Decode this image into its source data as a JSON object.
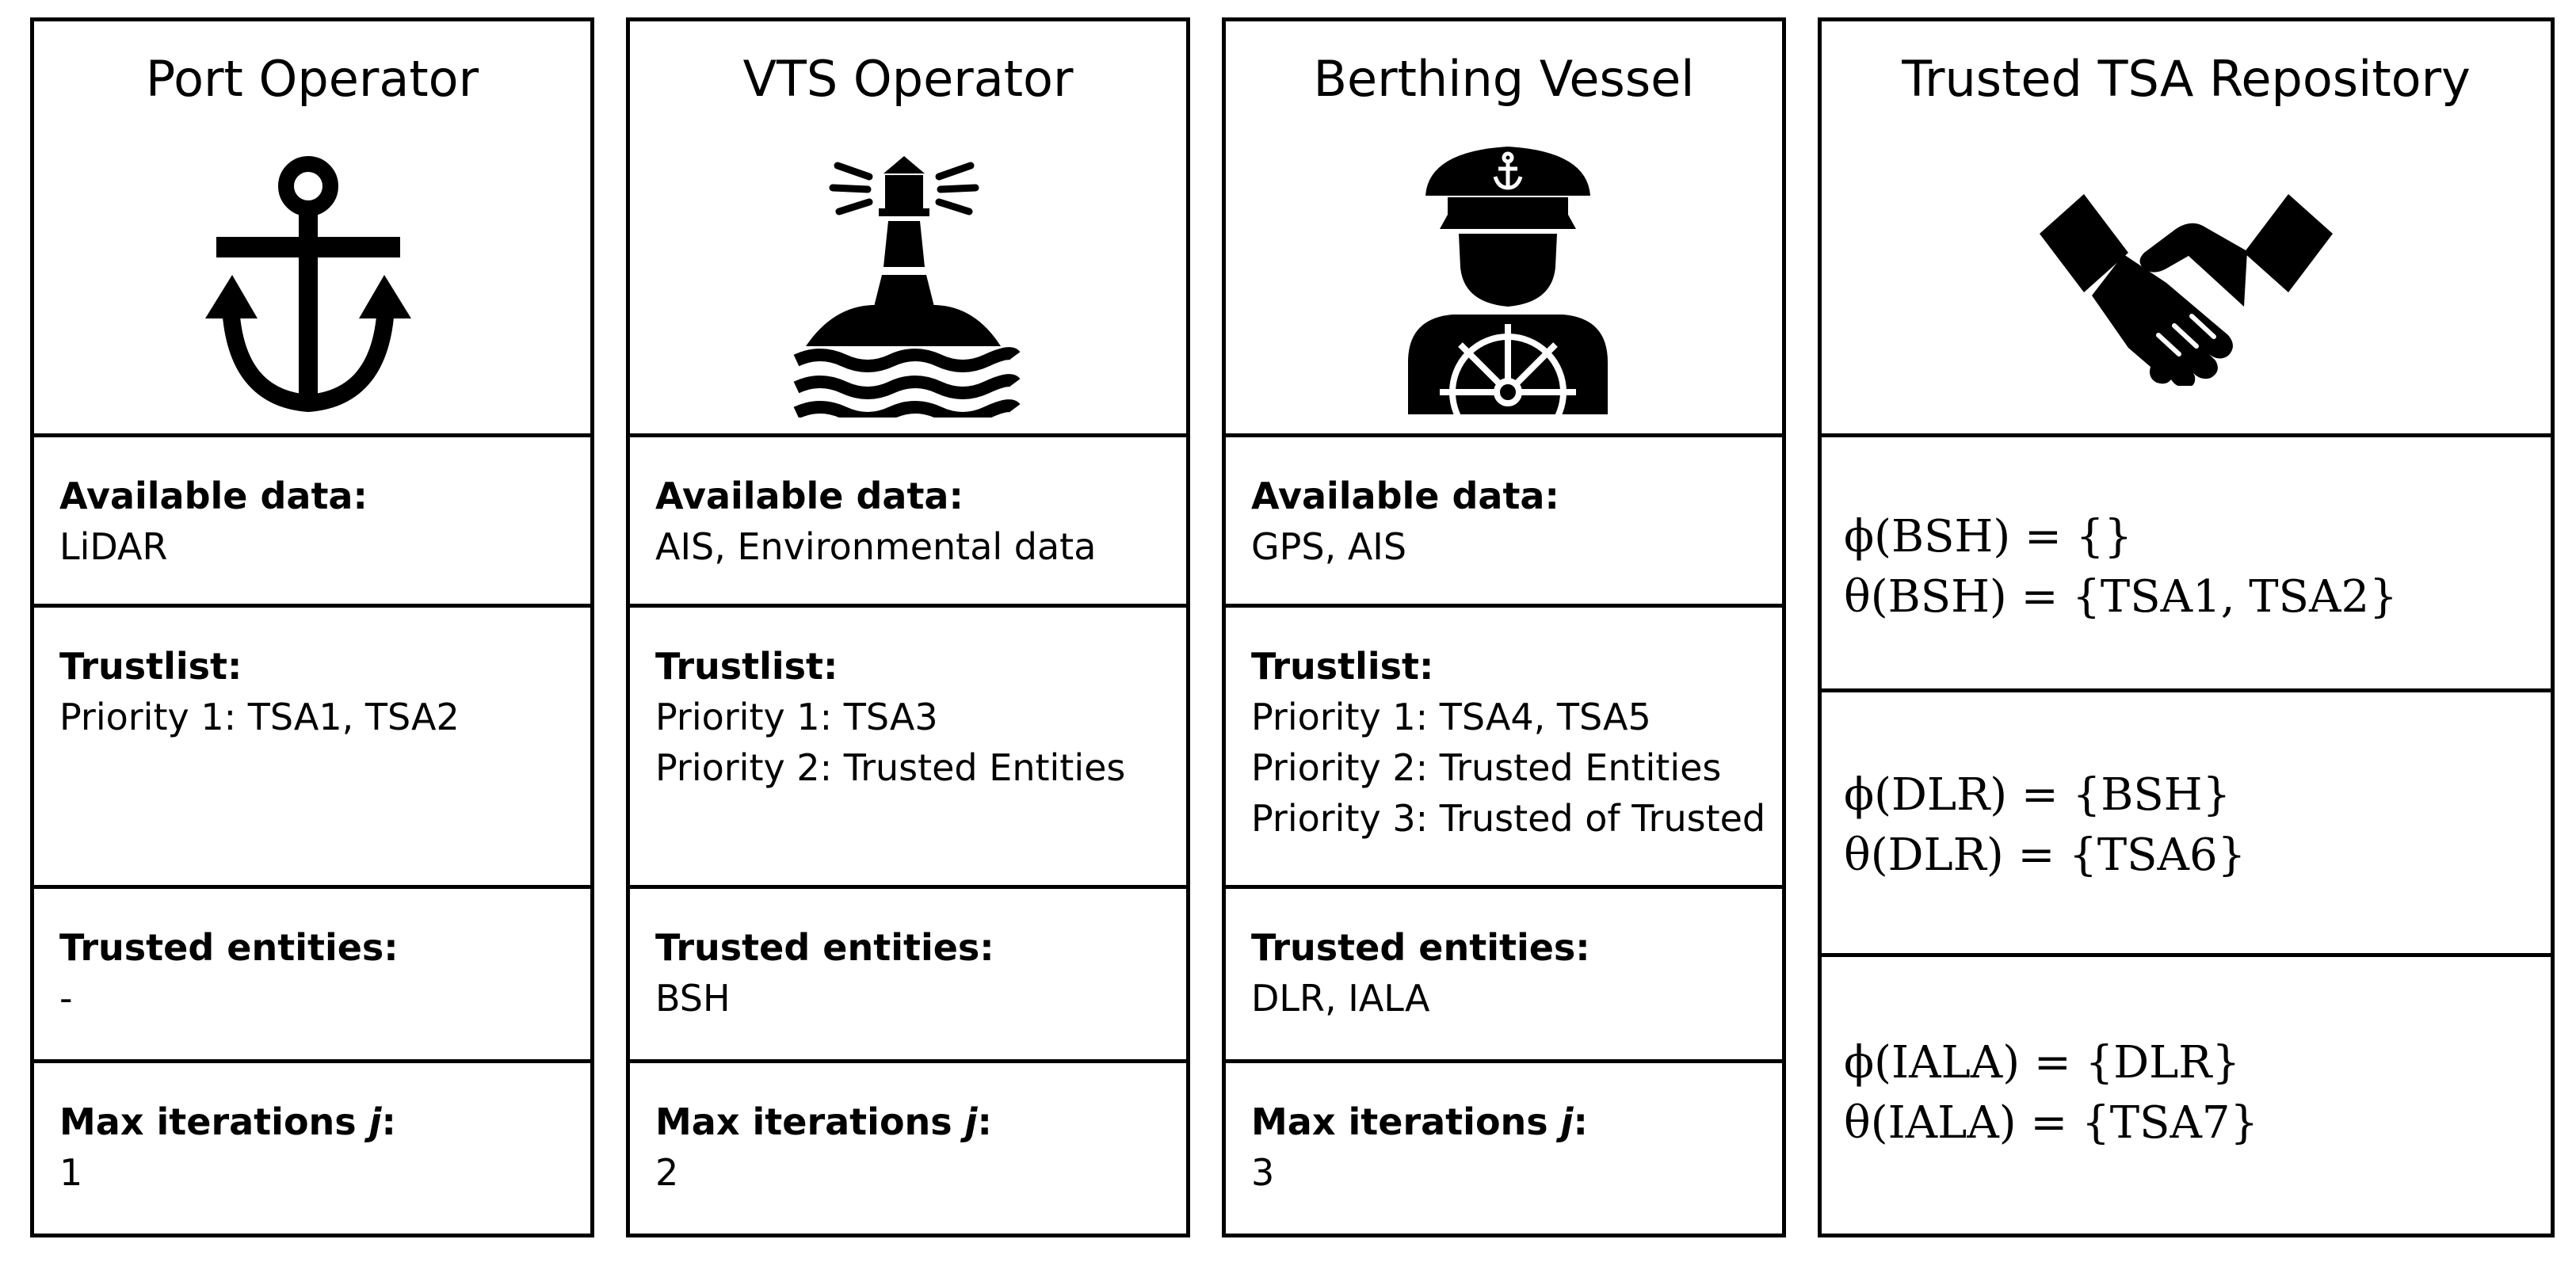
{
  "columns": [
    {
      "title": "Port Operator",
      "icon": "anchor-icon",
      "available_label": "Available data:",
      "available_value": "LiDAR",
      "trustlist_label": "Trustlist:",
      "trustlist_lines": [
        "Priority 1: TSA1, TSA2"
      ],
      "trusted_label": "Trusted entities:",
      "trusted_value": "-",
      "max_label": "Max iterations ",
      "max_var": "j",
      "max_colon": ":",
      "max_value": "1"
    },
    {
      "title": "VTS Operator",
      "icon": "lighthouse-icon",
      "available_label": "Available data:",
      "available_value": "AIS, Environmental data",
      "trustlist_label": "Trustlist:",
      "trustlist_lines": [
        "Priority 1: TSA3",
        "Priority 2: Trusted Entities"
      ],
      "trusted_label": "Trusted entities:",
      "trusted_value": "BSH",
      "max_label": "Max iterations ",
      "max_var": "j",
      "max_colon": ":",
      "max_value": "2"
    },
    {
      "title": "Berthing Vessel",
      "icon": "captain-icon",
      "available_label": "Available data:",
      "available_value": "GPS, AIS",
      "trustlist_label": "Trustlist:",
      "trustlist_lines": [
        "Priority 1: TSA4, TSA5",
        "Priority 2: Trusted Entities",
        "Priority 3: Trusted of Trusted"
      ],
      "trusted_label": "Trusted entities:",
      "trusted_value": "DLR, IALA",
      "max_label": "Max iterations ",
      "max_var": "j",
      "max_colon": ":",
      "max_value": "3"
    }
  ],
  "repository": {
    "title": "Trusted TSA Repository",
    "icon": "handshake-icon",
    "entries": [
      {
        "phi": "ϕ(BSH) = {}",
        "theta": "θ(BSH) = {TSA1, TSA2}"
      },
      {
        "phi": "ϕ(DLR) = {BSH}",
        "theta": "θ(DLR) = {TSA6}"
      },
      {
        "phi": "ϕ(IALA) = {DLR}",
        "theta": "θ(IALA) = {TSA7}"
      }
    ]
  }
}
